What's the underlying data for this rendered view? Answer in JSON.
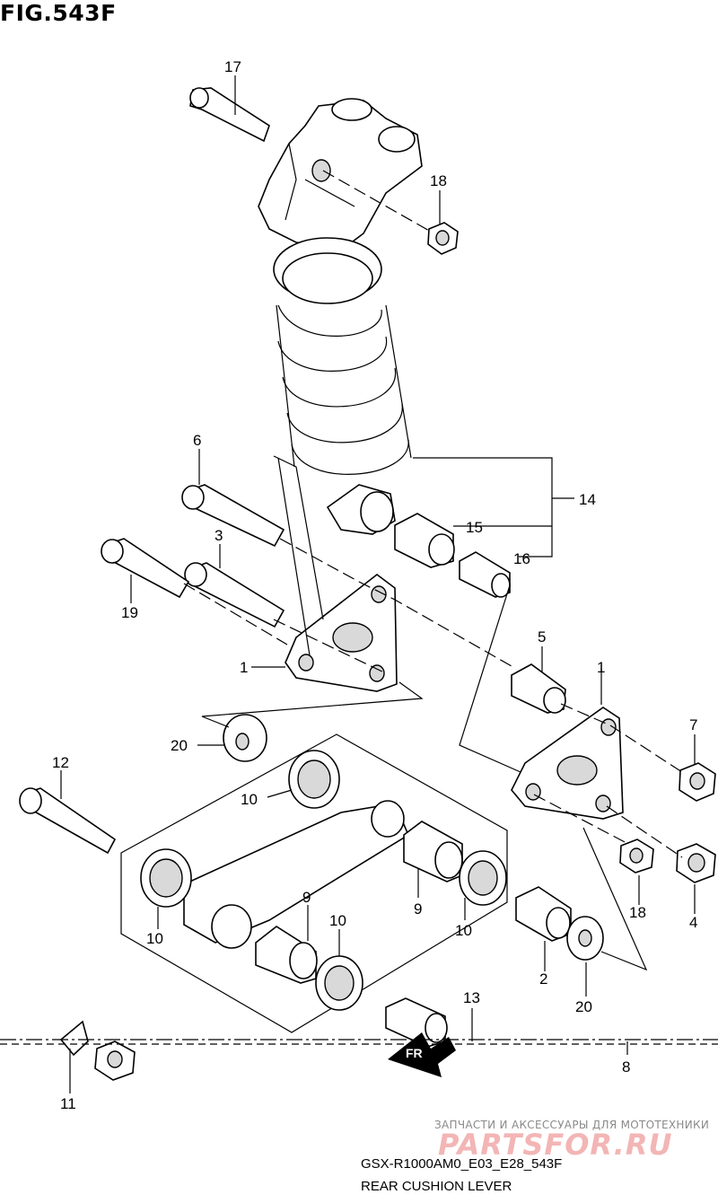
{
  "figure_title": "FIG.543F",
  "callouts": {
    "c17": "17",
    "c18a": "18",
    "c14": "14",
    "c15": "15",
    "c16": "16",
    "c6": "6",
    "c3": "3",
    "c19": "19",
    "c1a": "1",
    "c5": "5",
    "c1b": "1",
    "c7": "7",
    "c20a": "20",
    "c12": "12",
    "c10a": "10",
    "c10b": "10",
    "c9a": "9",
    "c10c": "10",
    "c9b": "9",
    "c10d": "10",
    "c18b": "18",
    "c4": "4",
    "c2": "2",
    "c20b": "20",
    "c13": "13",
    "c11": "11",
    "c8": "8"
  },
  "watermark": {
    "tagline": "ЗАПЧАСТИ И АКСЕССУАРЫ ДЛЯ МОТОТЕХНИКИ",
    "logo": "PARTSFOR.RU"
  },
  "model_code": "GSX-R1000AM0_E03_E28_543F",
  "caption": "REAR CUSHION LEVER",
  "front_arrow_label": "FR"
}
